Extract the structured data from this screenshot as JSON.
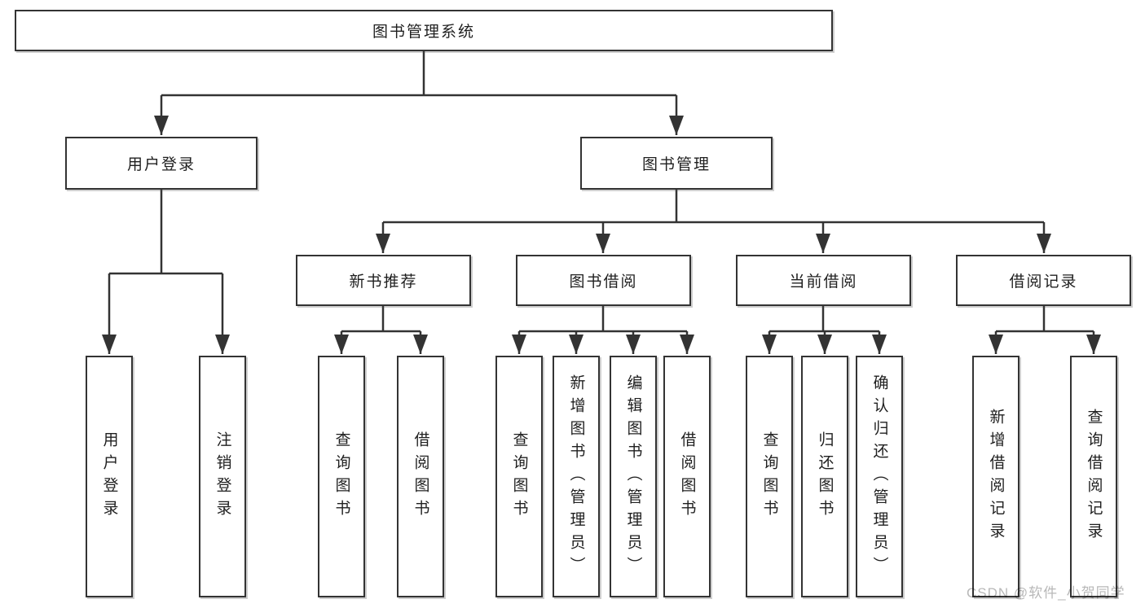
{
  "diagram_type": "hierarchy-tree",
  "colors": {
    "background": "#ffffff",
    "line": "#333333",
    "box_border": "#333333",
    "box_fill": "#ffffff",
    "text": "#1f1f1f",
    "watermark": "#b8b8b8"
  },
  "tree": {
    "label": "图书管理系统",
    "children": [
      {
        "label": "用户登录",
        "children": [
          {
            "label": "用户登录"
          },
          {
            "label": "注销登录"
          }
        ]
      },
      {
        "label": "图书管理",
        "children": [
          {
            "label": "新书推荐",
            "children": [
              {
                "label": "查询图书"
              },
              {
                "label": "借阅图书"
              }
            ]
          },
          {
            "label": "图书借阅",
            "children": [
              {
                "label": "查询图书"
              },
              {
                "label": "新增图书（管理员）"
              },
              {
                "label": "编辑图书（管理员）"
              },
              {
                "label": "借阅图书"
              }
            ]
          },
          {
            "label": "当前借阅",
            "children": [
              {
                "label": "查询图书"
              },
              {
                "label": "归还图书"
              },
              {
                "label": "确认归还（管理员）"
              }
            ]
          },
          {
            "label": "借阅记录",
            "children": [
              {
                "label": "新增借阅记录"
              },
              {
                "label": "查询借阅记录"
              }
            ]
          }
        ]
      }
    ]
  },
  "watermark": {
    "text": "CSDN @软件_小贺同学"
  }
}
